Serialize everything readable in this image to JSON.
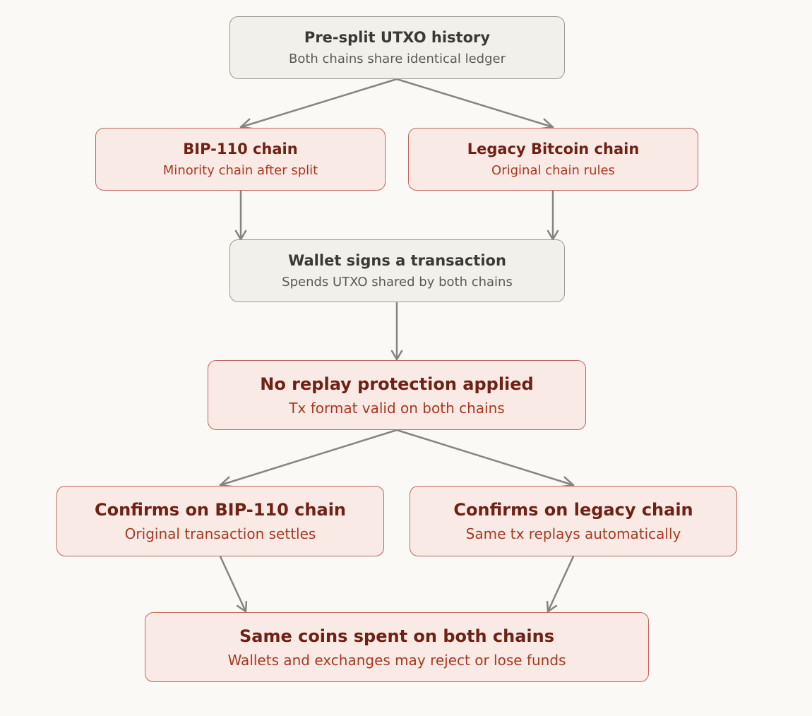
{
  "colors": {
    "background": "#faf9f6",
    "neutral_fill": "#f2f0eb",
    "neutral_border": "#9c9a94",
    "alert_fill": "#faeae6",
    "alert_border": "#c0665a",
    "alert_title": "#6e2114",
    "alert_subtitle": "#a8391f",
    "connector": "#858480"
  },
  "nodes": {
    "presplit": {
      "title": "Pre-split UTXO history",
      "subtitle": "Both chains share identical ledger"
    },
    "bip110": {
      "title": "BIP-110 chain",
      "subtitle": "Minority chain after split"
    },
    "legacy": {
      "title": "Legacy Bitcoin chain",
      "subtitle": "Original chain rules"
    },
    "wallet": {
      "title": "Wallet signs a transaction",
      "subtitle": "Spends UTXO shared by both chains"
    },
    "noreplay": {
      "title": "No replay protection applied",
      "subtitle": "Tx format valid on both chains"
    },
    "confirm_bip": {
      "title": "Confirms on BIP-110 chain",
      "subtitle": "Original transaction settles"
    },
    "confirm_legacy": {
      "title": "Confirms on legacy chain",
      "subtitle": "Same tx replays automatically"
    },
    "same": {
      "title": "Same coins spent on both chains",
      "subtitle": "Wallets and exchanges may reject or lose funds"
    }
  },
  "edges": [
    {
      "from": "presplit",
      "to": "bip110"
    },
    {
      "from": "presplit",
      "to": "legacy"
    },
    {
      "from": "bip110",
      "to": "wallet"
    },
    {
      "from": "legacy",
      "to": "wallet"
    },
    {
      "from": "wallet",
      "to": "noreplay"
    },
    {
      "from": "noreplay",
      "to": "confirm_bip"
    },
    {
      "from": "noreplay",
      "to": "confirm_legacy"
    },
    {
      "from": "confirm_bip",
      "to": "same"
    },
    {
      "from": "confirm_legacy",
      "to": "same"
    }
  ]
}
